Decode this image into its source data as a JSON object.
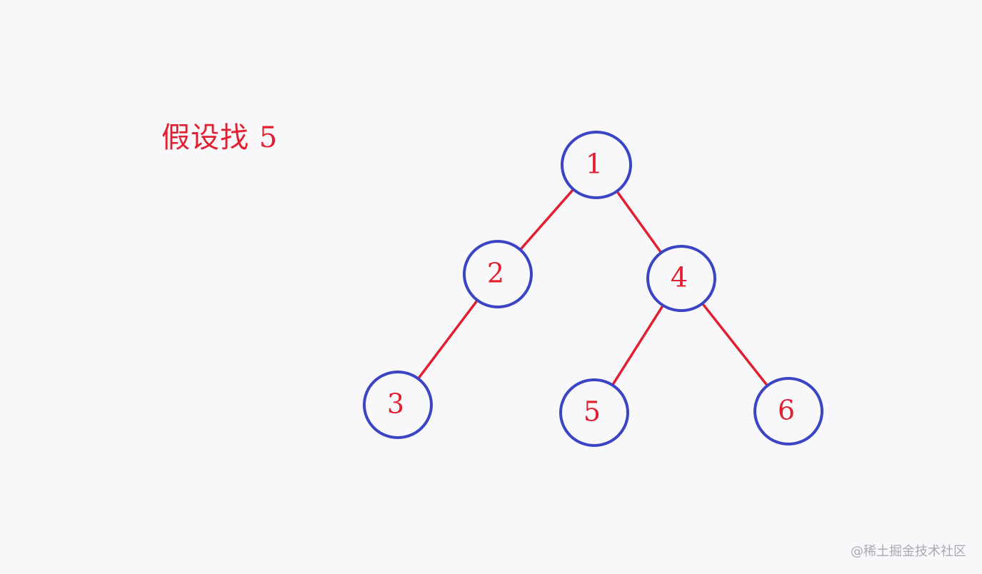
{
  "caption": "假设找 5",
  "watermark": "@稀土掘金技术社区",
  "colors": {
    "edge": "#e02030",
    "node_stroke": "#3a44c4",
    "label": "#e02030",
    "background": "#f8f8fa"
  },
  "tree": {
    "nodes": [
      {
        "id": "n1",
        "label": "1"
      },
      {
        "id": "n2",
        "label": "2"
      },
      {
        "id": "n4",
        "label": "4"
      },
      {
        "id": "n3",
        "label": "3"
      },
      {
        "id": "n5",
        "label": "5"
      },
      {
        "id": "n6",
        "label": "6"
      }
    ],
    "edges": [
      {
        "from": "n1",
        "to": "n2"
      },
      {
        "from": "n1",
        "to": "n4"
      },
      {
        "from": "n2",
        "to": "n3"
      },
      {
        "from": "n4",
        "to": "n5"
      },
      {
        "from": "n4",
        "to": "n6"
      }
    ]
  }
}
